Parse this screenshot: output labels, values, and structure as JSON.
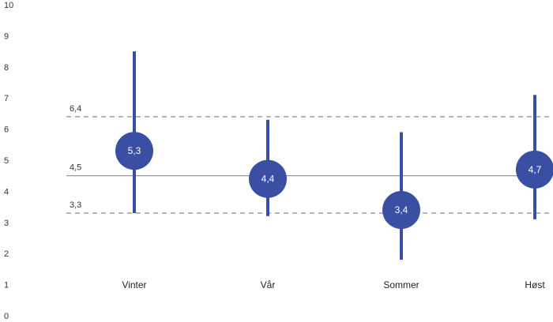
{
  "chart_data": {
    "type": "scatter",
    "title": "",
    "xlabel": "",
    "ylabel": "",
    "ylim": [
      0,
      10
    ],
    "y_ticks": [
      "0",
      "1",
      "2",
      "3",
      "4",
      "5",
      "6",
      "7",
      "8",
      "9",
      "10"
    ],
    "categories": [
      "Vinter",
      "Vår",
      "Sommer",
      "Høst"
    ],
    "points": [
      {
        "category": "Vinter",
        "value": 5.3,
        "label": "5,3",
        "low": 3.3,
        "high": 8.5
      },
      {
        "category": "Vår",
        "value": 4.4,
        "label": "4,4",
        "low": 3.2,
        "high": 6.3
      },
      {
        "category": "Sommer",
        "value": 3.4,
        "label": "3,4",
        "low": 1.8,
        "high": 5.9
      },
      {
        "category": "Høst",
        "value": 4.7,
        "label": "4,7",
        "low": 3.1,
        "high": 7.1
      }
    ],
    "reference_lines": [
      {
        "value": 6.4,
        "label": "6,4",
        "style": "dashed"
      },
      {
        "value": 4.5,
        "label": "4,5",
        "style": "solid"
      },
      {
        "value": 3.3,
        "label": "3,3",
        "style": "dashed"
      }
    ],
    "grid": false,
    "colors": {
      "marker": "#3a4fa3",
      "reference": "#8c8c8c",
      "text": "#333333"
    }
  }
}
